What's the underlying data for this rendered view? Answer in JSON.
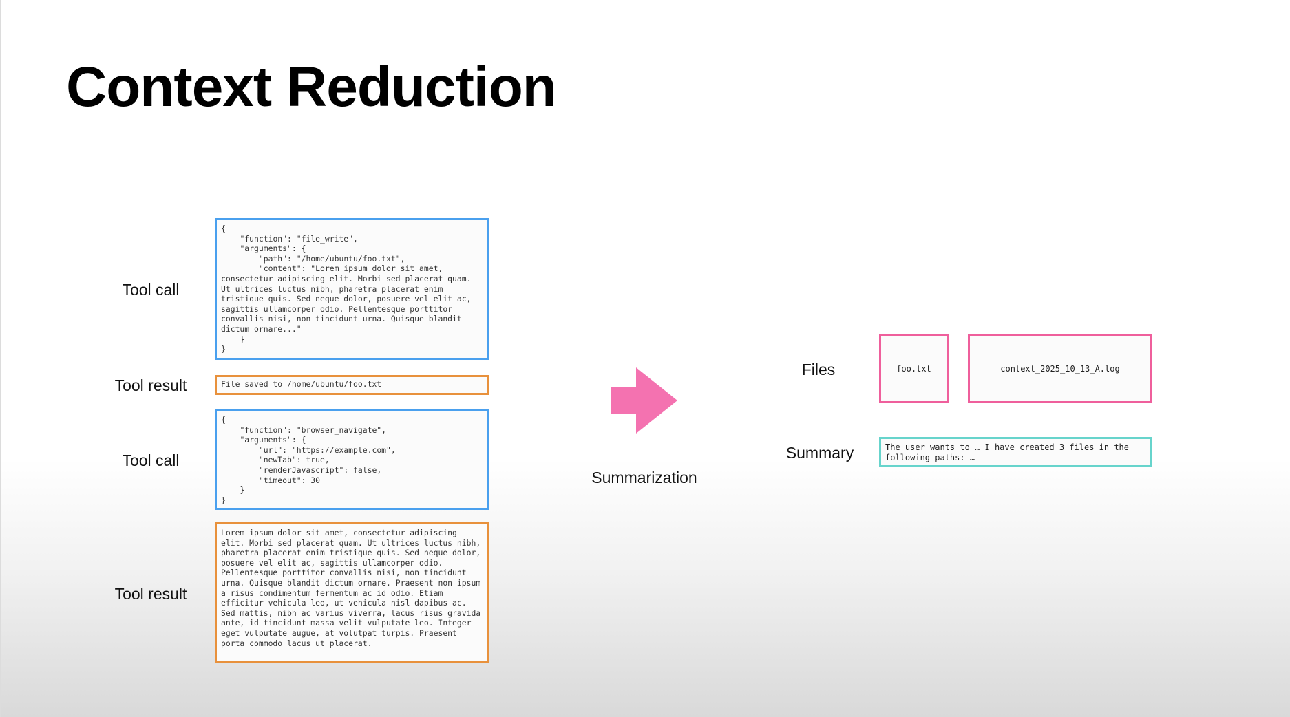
{
  "slide": {
    "title": "Context Reduction"
  },
  "left_column": {
    "items": [
      {
        "label": "Tool call",
        "kind": "tool-call",
        "border_color": "#4aa0ee",
        "content": "{\n    \"function\": \"file_write\",\n    \"arguments\": {\n        \"path\": \"/home/ubuntu/foo.txt\",\n        \"content\": \"Lorem ipsum dolor sit amet, consectetur adipiscing elit. Morbi sed placerat quam. Ut ultrices luctus nibh, pharetra placerat enim tristique quis. Sed neque dolor, posuere vel elit ac, sagittis ullamcorper odio. Pellentesque porttitor convallis nisi, non tincidunt urna. Quisque blandit dictum ornare...\"\n    }\n}"
      },
      {
        "label": "Tool result",
        "kind": "tool-result",
        "border_color": "#e8913c",
        "content": "File saved to /home/ubuntu/foo.txt"
      },
      {
        "label": "Tool call",
        "kind": "tool-call",
        "border_color": "#4aa0ee",
        "content": "{\n    \"function\": \"browser_navigate\",\n    \"arguments\": {\n        \"url\": \"https://example.com\",\n        \"newTab\": true,\n        \"renderJavascript\": false,\n        \"timeout\": 30\n    }\n}"
      },
      {
        "label": "Tool result",
        "kind": "tool-result",
        "border_color": "#e8913c",
        "content": "Lorem ipsum dolor sit amet, consectetur adipiscing elit. Morbi sed placerat quam. Ut ultrices luctus nibh, pharetra placerat enim tristique quis. Sed neque dolor, posuere vel elit ac, sagittis ullamcorper odio. Pellentesque porttitor convallis nisi, non tincidunt urna. Quisque blandit dictum ornare. Praesent non ipsum a risus condimentum fermentum ac id odio. Etiam efficitur vehicula leo, ut vehicula nisl dapibus ac. Sed mattis, nibh ac varius viverra, lacus risus gravida ante, id tincidunt massa velit vulputate leo. Integer eget vulputate augue, at volutpat turpis. Praesent porta commodo lacus ut placerat."
      }
    ]
  },
  "middle": {
    "arrow_icon": "arrow-right-icon",
    "arrow_color": "#f472b0",
    "label": "Summarization"
  },
  "right_column": {
    "files_label": "Files",
    "files": [
      {
        "name": "foo.txt"
      },
      {
        "name": "context_2025_10_13_A.log"
      }
    ],
    "files_border_color": "#ef5f9c",
    "summary_label": "Summary",
    "summary_text": "The user wants to … I have created 3 files in the following paths: …",
    "summary_border_color": "#67d4cc"
  }
}
